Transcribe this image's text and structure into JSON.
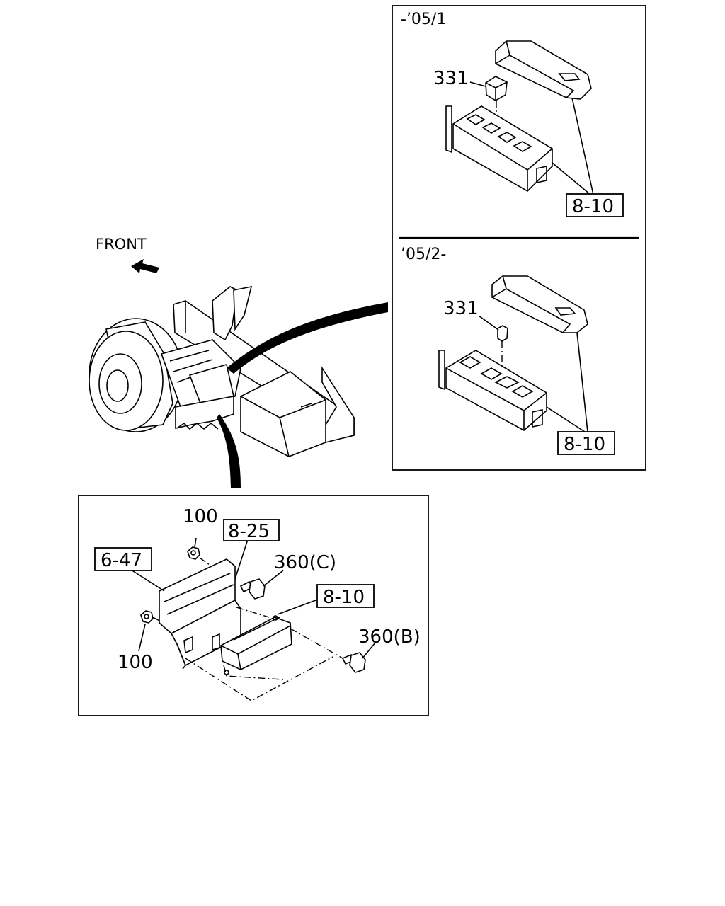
{
  "front_label": "FRONT",
  "inset_top": {
    "period": "-’05/1",
    "relay_ref": "331",
    "fusebox_ref": "8-10"
  },
  "inset_bottom": {
    "period": "’05/2-",
    "relay_ref": "331",
    "fusebox_ref": "8-10"
  },
  "detail": {
    "nut_upper": "100",
    "nut_lower": "100",
    "bracket_ref": "6-47",
    "harness_ref": "8-25",
    "fusebox_ref": "8-10",
    "bolt_c": "360(C)",
    "bolt_b": "360(B)"
  }
}
